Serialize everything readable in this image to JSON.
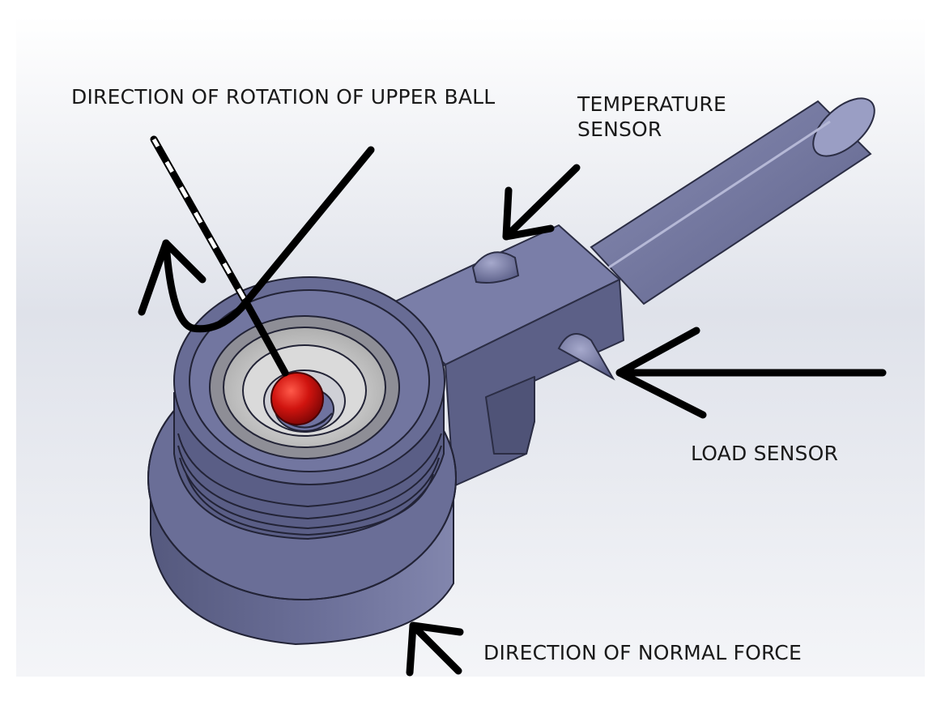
{
  "labels": {
    "rotation": "DIRECTION OF ROTATION OF UPPER BALL",
    "temperature_line1": "TEMPERATURE",
    "temperature_line2": "SENSOR",
    "load": "LOAD SENSOR",
    "normal_force": "DIRECTION OF NORMAL FORCE"
  },
  "colors": {
    "body": "#62668f",
    "body_light": "#8c90b8",
    "body_dark": "#4a4d70",
    "cup": "#c9c9c9",
    "ball": "#cc1111",
    "holder": "#c8701e",
    "arrow": "#000000"
  }
}
